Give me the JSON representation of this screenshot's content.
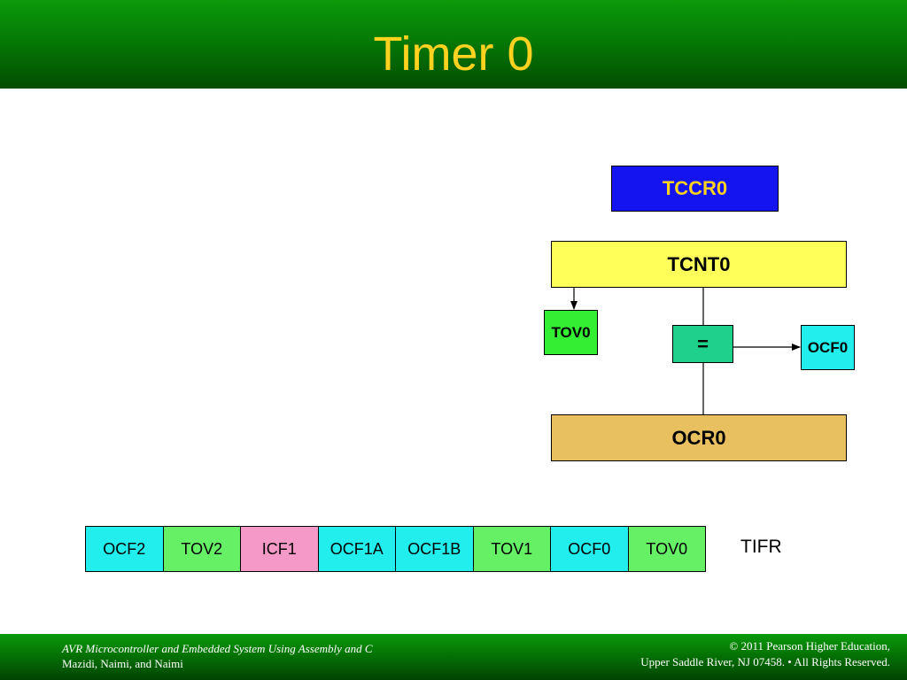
{
  "slide": {
    "title": "Timer 0"
  },
  "diagram": {
    "tccr0": "TCCR0",
    "tcnt0": "TCNT0",
    "tov0": "TOV0",
    "comparator": "=",
    "ocf0": "OCF0",
    "ocr0": "OCR0"
  },
  "tifr": {
    "label": "TIFR",
    "bits": [
      {
        "name": "OCF2",
        "color": "#22eeee"
      },
      {
        "name": "TOV2",
        "color": "#66f066"
      },
      {
        "name": "ICF1",
        "color": "#f59ac8"
      },
      {
        "name": "OCF1A",
        "color": "#22eeee"
      },
      {
        "name": "OCF1B",
        "color": "#22eeee"
      },
      {
        "name": "TOV1",
        "color": "#66f066"
      },
      {
        "name": "OCF0",
        "color": "#22eeee"
      },
      {
        "name": "TOV0",
        "color": "#66f066"
      }
    ]
  },
  "footer": {
    "book": "AVR Microcontroller and Embedded System Using Assembly and C",
    "authors": "Mazidi, Naimi, and Naimi",
    "copyright": "© 2011   Pearson Higher Education,",
    "address": "Upper Saddle River, NJ 07458. • All Rights Reserved."
  }
}
